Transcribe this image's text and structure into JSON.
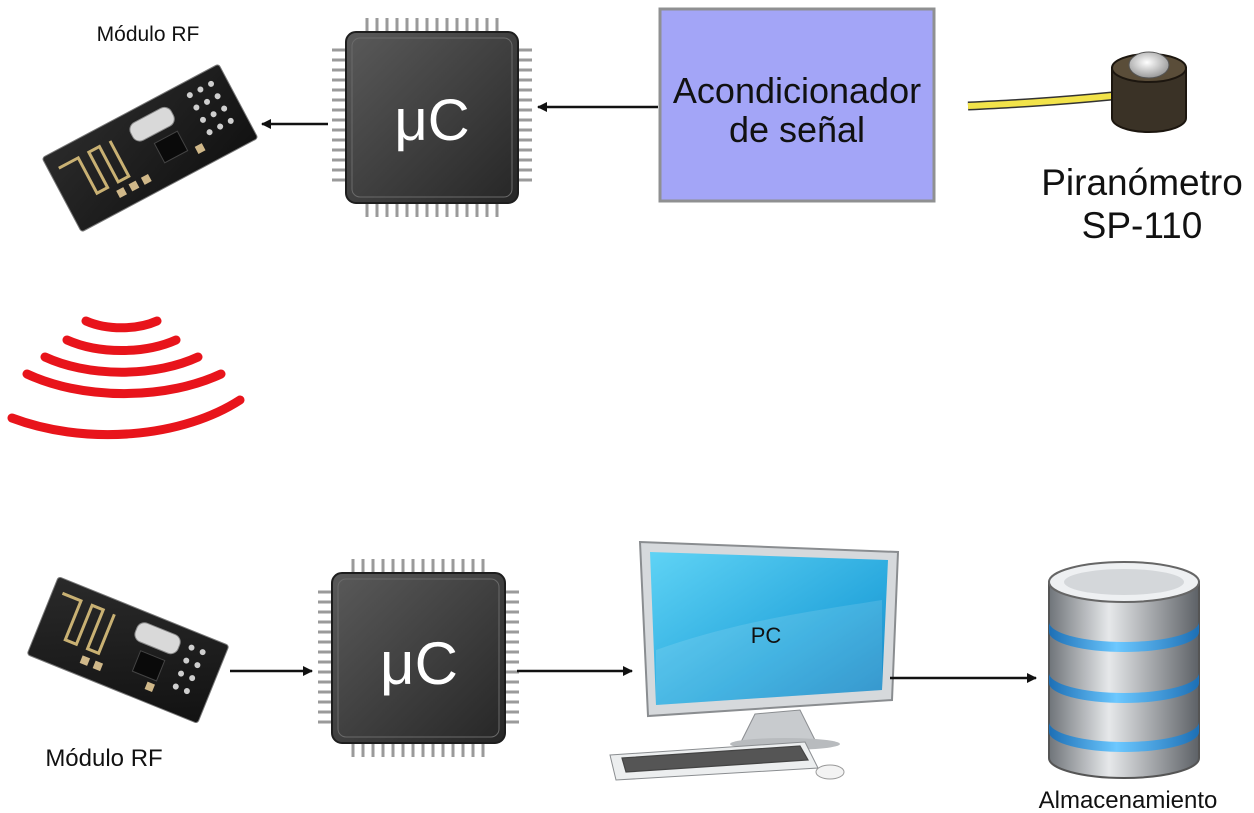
{
  "transmitter": {
    "rf_module_label": "Módulo RF",
    "mcu_label": "μC",
    "conditioner_label_line1": "Acondicionador",
    "conditioner_label_line2": "de señal",
    "sensor_label_line1": "Piranómetro",
    "sensor_label_line2": "SP-110"
  },
  "receiver": {
    "rf_module_label": "Módulo RF",
    "mcu_label": "μC",
    "pc_label": "PC",
    "storage_label": "Almacenamiento"
  },
  "colors": {
    "conditioner_fill": "#a3a5f7",
    "wireless_waves": "#e8141b",
    "chip_body": "#3a3a3a",
    "pc_screen": "#2fb6e8",
    "database_band": "#2f9be6"
  },
  "icons": {
    "rf_module": "pcb-board-icon",
    "mcu": "chip-icon",
    "sensor": "pyranometer-icon",
    "wireless": "wireless-waves-icon",
    "pc": "desktop-computer-icon",
    "storage": "database-icon"
  }
}
